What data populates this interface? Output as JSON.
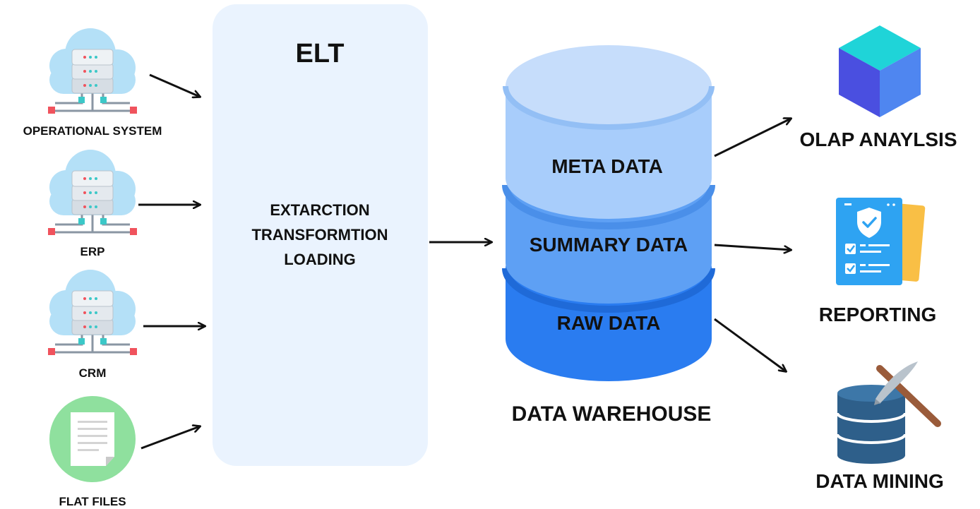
{
  "sources": [
    {
      "id": "operational",
      "label": "OPERATIONAL SYSTEM",
      "icon": "cloud-server-icon"
    },
    {
      "id": "erp",
      "label": "ERP",
      "icon": "cloud-server-icon"
    },
    {
      "id": "crm",
      "label": "CRM",
      "icon": "cloud-server-icon"
    },
    {
      "id": "flat",
      "label": "FLAT FILES",
      "icon": "document-icon"
    }
  ],
  "elt": {
    "title": "ELT",
    "steps": [
      "EXTARCTION",
      "TRANSFORMTION",
      "LOADING"
    ]
  },
  "warehouse": {
    "label": "DATA WAREHOUSE",
    "layers": [
      "META DATA",
      "SUMMARY DATA",
      "RAW DATA"
    ],
    "colors": [
      "#a8cdfb",
      "#5ea0f4",
      "#2a7cf0"
    ]
  },
  "outputs": [
    {
      "id": "olap",
      "label": "OLAP ANAYLSIS",
      "icon": "cube-icon"
    },
    {
      "id": "reporting",
      "label": "REPORTING",
      "icon": "report-clipboard-icon"
    },
    {
      "id": "mining",
      "label": "DATA MINING",
      "icon": "database-pickaxe-icon"
    }
  ]
}
